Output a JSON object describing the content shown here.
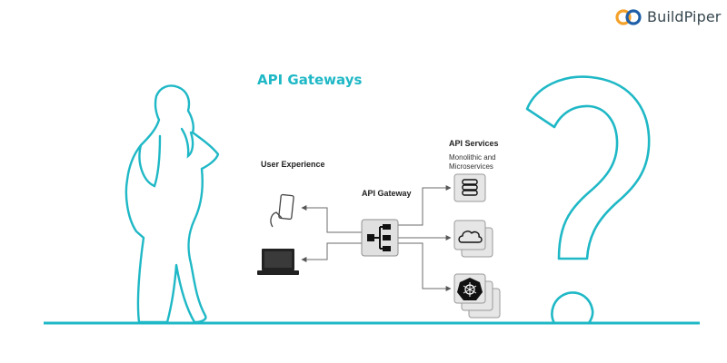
{
  "brand": {
    "name": "BuildPiper",
    "colors": {
      "orange": "#f4a12a",
      "blue": "#1f5fa8"
    }
  },
  "diagram": {
    "title": "API Gateways",
    "user_experience_label": "User Experience",
    "gateway_label": "API Gateway",
    "services_label": "API Services",
    "services_sublabel": [
      "Monolithic and",
      "Microservices"
    ]
  },
  "icons": [
    "person-outline-icon",
    "question-mark-icon",
    "smartphone-icon",
    "laptop-icon",
    "gateway-hub-icon",
    "database-icon",
    "cloud-icon",
    "kubernetes-icon"
  ],
  "colors": {
    "accent": "#1fb8c6",
    "box": "#e6e6e6",
    "box_border": "#9a9a9a",
    "line": "#6b6b6b"
  }
}
